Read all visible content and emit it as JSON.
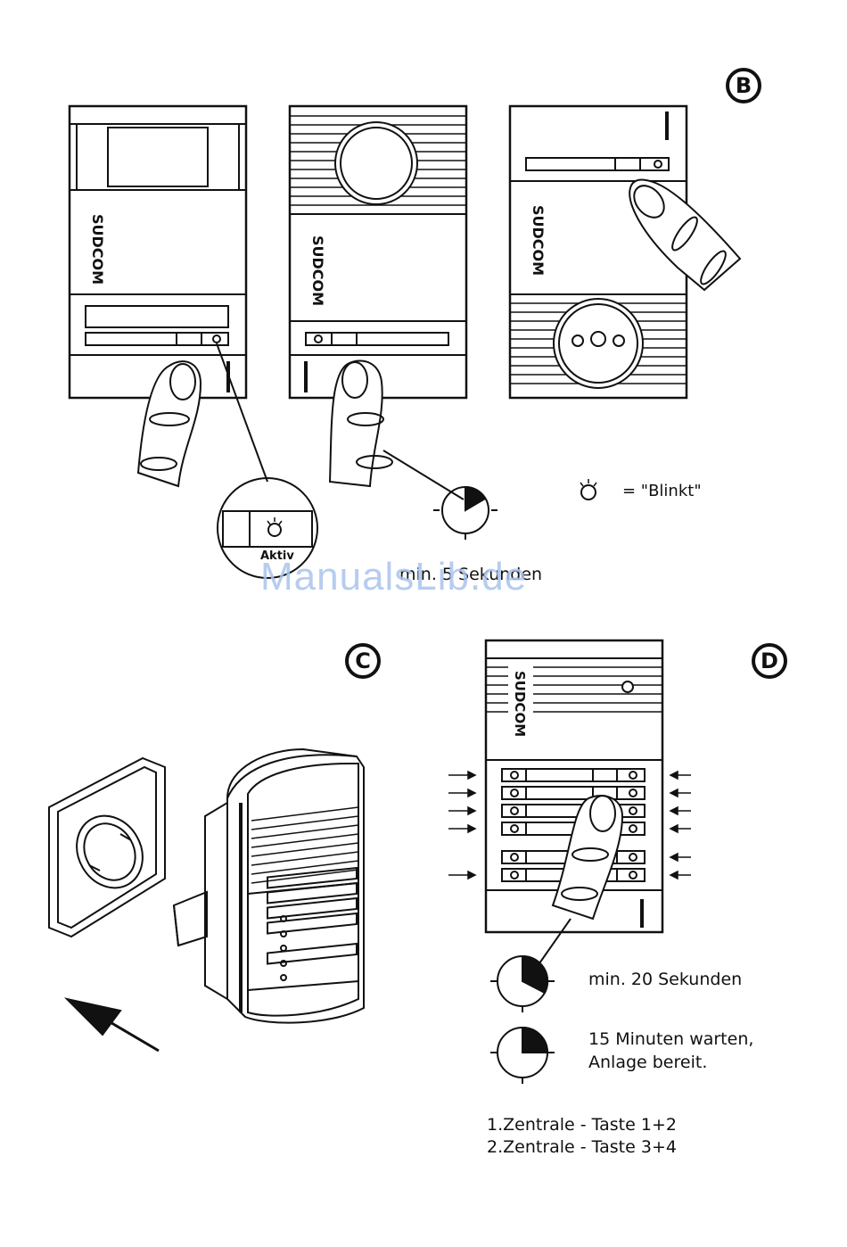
{
  "sections": {
    "b": "B",
    "c": "C",
    "d": "D"
  },
  "brand": "SUDCOM",
  "watermark": "ManualsLib.de",
  "labels": {
    "aktiv": "Aktiv",
    "blinkt": "=  \"Blinkt\"",
    "min_sekunden_b": "min. 5 Sekunden",
    "min_20": "min. 20 Sekunden",
    "wait_line1": "15 Minuten warten,",
    "wait_line2": "Anlage bereit.",
    "zentrale1": "1.Zentrale - Taste 1+2",
    "zentrale2": "2.Zentrale - Taste 3+4"
  },
  "colors": {
    "line": "#111111",
    "watermark": "#aac4ee"
  }
}
